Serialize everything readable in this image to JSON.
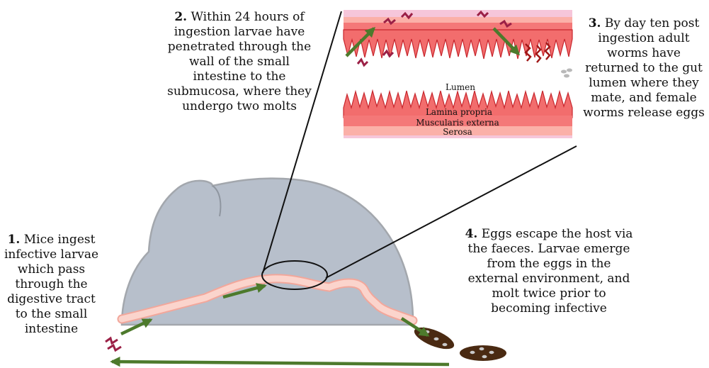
{
  "steps": [
    {
      "number": "1.",
      "text": "Mice ingest infective larvae which pass through the digestive tract to the small intestine"
    },
    {
      "number": "2.",
      "text": "Within 24 hours of ingestion larvae have penetrated through the wall of the small intestine to the submucosa, where they undergo two molts"
    },
    {
      "number": "3.",
      "text": "By day ten post ingestion adult worms have returned to the gut lumen where they mate, and female worms release eggs"
    },
    {
      "number": "4.",
      "text": "Eggs escape the host via the faeces.  Larvae emerge from the eggs in the external environment, and molt twice prior to becoming infective"
    }
  ],
  "layers": {
    "lumen": "Lumen",
    "lamina_propria": "Lamina propria",
    "muscularis_externa": "Muscularis externa",
    "serosa": "Serosa"
  },
  "colors": {
    "arrow": "#4d7a2c",
    "larva": "#9b2046",
    "adult_worm": "#a01818",
    "mouse_body": "#b7bfcb",
    "intestine": "#f8c9c0",
    "mucosa": "#f26d6d",
    "serosa": "#f6c6da",
    "egg": "#4a2a12"
  }
}
